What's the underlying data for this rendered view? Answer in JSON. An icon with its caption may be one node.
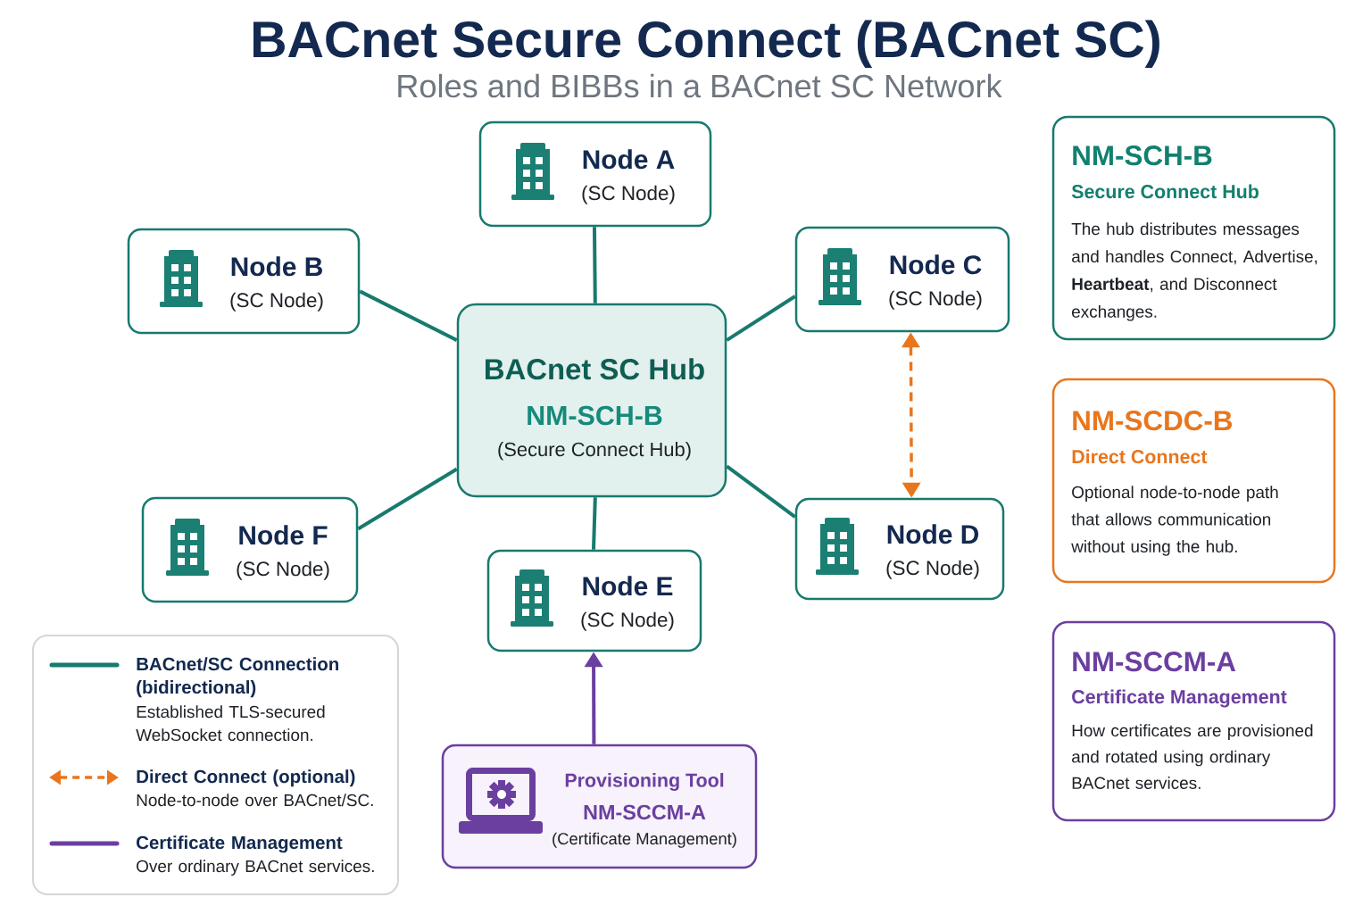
{
  "diagram": {
    "title": "BACnet Secure Connect (BACnet SC)",
    "nodes": [
      {
        "text": [
          "Node A",
          "(SC Node)"
        ]
      },
      {
        "text": [
          "Node B",
          "(SC Node)"
        ]
      },
      {
        "text": [
          "Node C",
          "(SC Node)"
        ]
      },
      {
        "text": [
          "BACnet SC Hub",
          "NM-SCH-B",
          "(Secure Connect Hub)"
        ]
      },
      {
        "text": [
          "Node F",
          "(SC Node)"
        ]
      },
      {
        "text": [
          "Node D",
          "(SC Node)"
        ]
      },
      {
        "text": [
          "Node E",
          "(SC Node)"
        ]
      },
      {
        "text": [
          "Provisioning Tool",
          "NM-SCCM-A",
          "(Certificate Management)"
        ]
      },
      {
        "text": [
          "NM-SCH-B",
          "Secure Connect Hub",
          "The hub distributes messages and handles Connect, Advertise, **Heartbeat**, and Disconnect exchanges."
        ]
      },
      {
        "text": [
          "NM-SCDC-B",
          "Direct Connect",
          "Optional node-to-node path that allows communication without using the hub."
        ]
      },
      {
        "text": [
          "NM-SCCM-A",
          "Certificate Management",
          "How certificates are provisioned and rotated using ordinary BACnet services."
        ]
      }
    ],
    "edges": [
      {
        "from": 3,
        "to": 0,
        "arrow": "none"
      },
      {
        "from": 3,
        "to": 1,
        "arrow": "none"
      },
      {
        "from": 3,
        "to": 2,
        "arrow": "none"
      },
      {
        "from": 3,
        "to": 4,
        "arrow": "none"
      },
      {
        "from": 3,
        "to": 5,
        "arrow": "none"
      },
      {
        "from": 3,
        "to": 6,
        "arrow": "none"
      },
      {
        "from": 2,
        "to": 5,
        "arrow": "both",
        "style": "dashed",
        "color": "#e9761d"
      },
      {
        "from": 7,
        "to": 6,
        "arrow": "to",
        "color": "#6b3fa0"
      }
    ],
    "labels": [
      "Roles and BIBBs in a BACnet SC Network",
      "Established TLS-secured WebSocket connection.",
      "Node-to-node over BACnet/SC.",
      "Over ordinary BACnet services."
    ],
    "legend": [
      {
        "text": "BACnet/SC Connection (bidirectional)"
      },
      {
        "text": "Direct Connect (optional)"
      },
      {
        "text": "Certificate Management"
      }
    ]
  }
}
